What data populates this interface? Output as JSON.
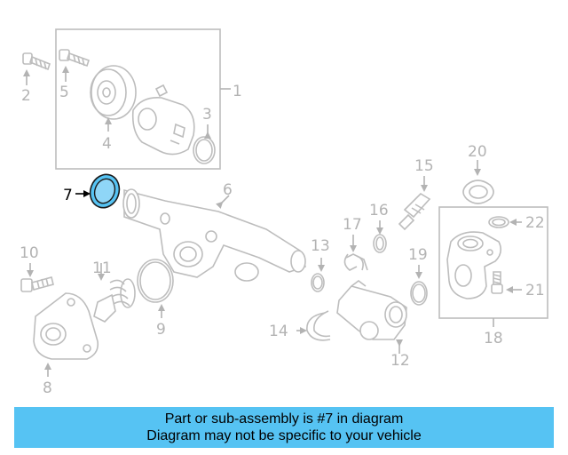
{
  "callouts": {
    "c1": "1",
    "c2": "2",
    "c3": "3",
    "c4": "4",
    "c5": "5",
    "c6": "6",
    "c7": "7",
    "c8": "8",
    "c9": "9",
    "c10": "10",
    "c11": "11",
    "c12": "12",
    "c13": "13",
    "c14": "14",
    "c15": "15",
    "c16": "16",
    "c17": "17",
    "c18": "18",
    "c19": "19",
    "c20": "20",
    "c21": "21",
    "c22": "22"
  },
  "highlight_color": "#56c3f3",
  "banner": {
    "line1": "Part or sub-assembly is #7 in diagram",
    "line2": "Diagram may not be specific to your vehicle"
  }
}
